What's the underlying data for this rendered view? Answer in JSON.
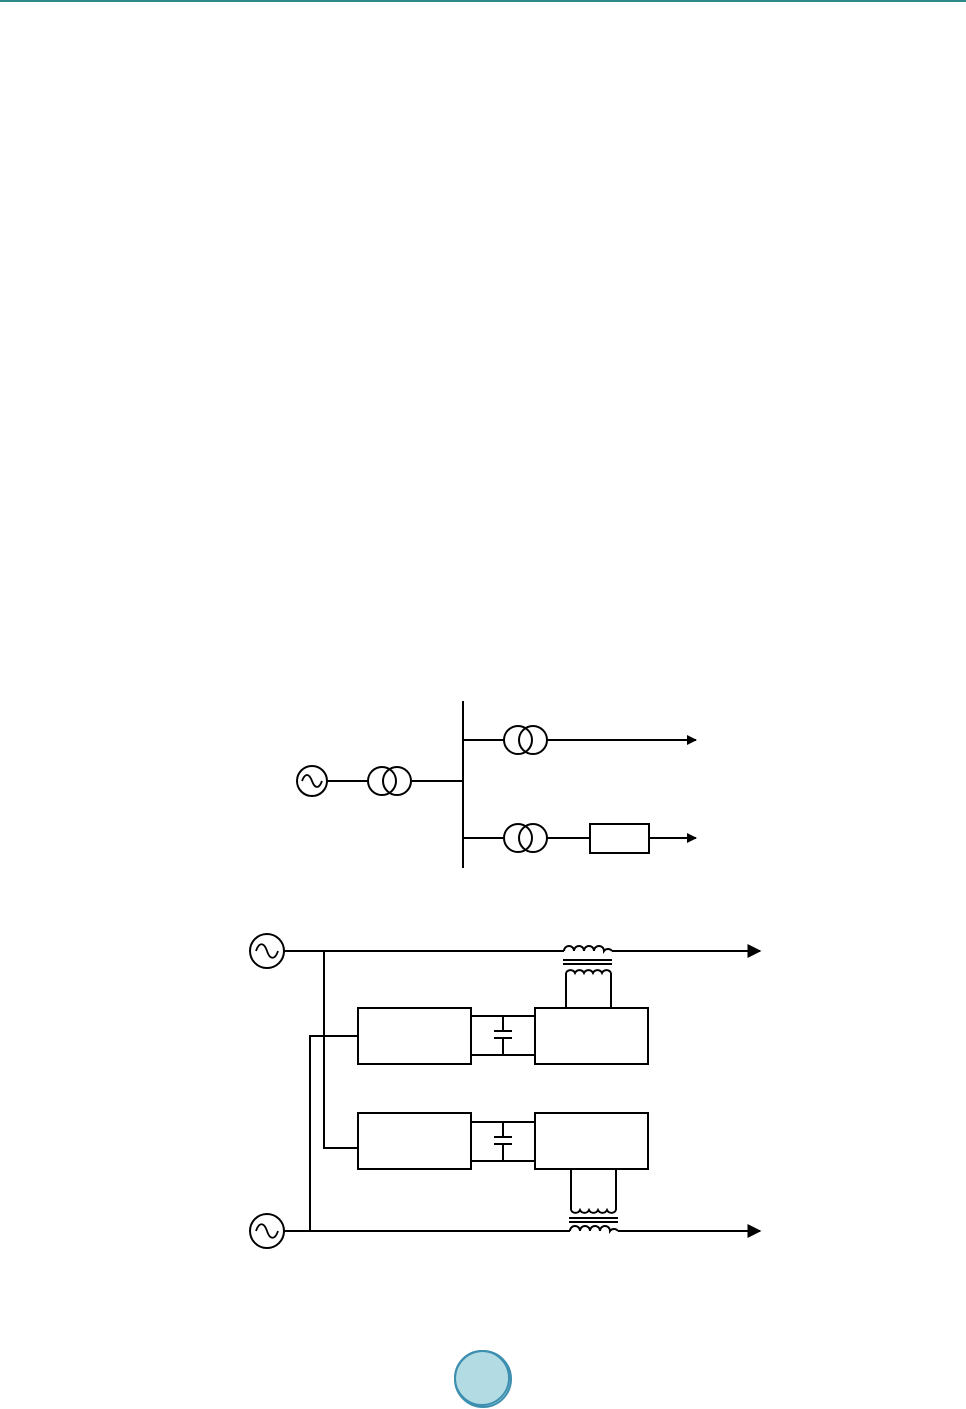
{
  "header": {
    "accent_color": "#2e8b87"
  },
  "figure_1": {
    "elements": [
      {
        "name": "generator-icon",
        "kind": "ac-source"
      },
      {
        "name": "transformer-icon",
        "kind": "two-winding-transformer",
        "count": 3
      },
      {
        "name": "busbar",
        "kind": "vertical-bus"
      },
      {
        "name": "load-arrow-icon",
        "kind": "arrow",
        "count": 2
      },
      {
        "name": "converter-box",
        "kind": "rectangle"
      }
    ]
  },
  "figure_2": {
    "elements": [
      {
        "name": "generator-icon",
        "kind": "ac-source",
        "count": 2
      },
      {
        "name": "series-transformer-icon",
        "kind": "series-transformer",
        "count": 2
      },
      {
        "name": "converter-box",
        "kind": "rectangle",
        "count": 4
      },
      {
        "name": "dc-capacitor-icon",
        "kind": "capacitor",
        "count": 2
      },
      {
        "name": "line-arrow-icon",
        "kind": "arrow",
        "count": 2
      }
    ]
  },
  "footer": {
    "page_number": "",
    "badge_fill": "#b3dbe3",
    "badge_stroke": "#3d8fb0"
  }
}
